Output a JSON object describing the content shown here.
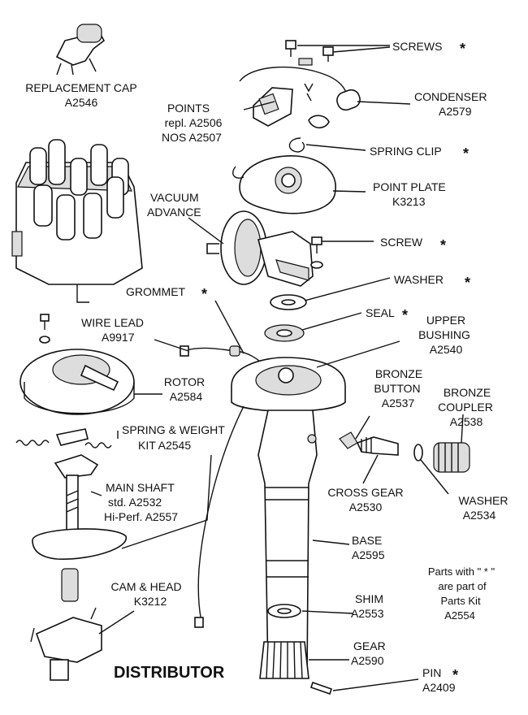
{
  "title": "DISTRIBUTOR",
  "labels": {
    "replacement_cap": {
      "name": "REPLACEMENT CAP",
      "part": "A2546"
    },
    "screws": {
      "name": "SCREWS",
      "star": "*"
    },
    "condenser": {
      "name": "CONDENSER",
      "part": "A2579"
    },
    "points": {
      "name": "POINTS",
      "line2": "repl. A2506",
      "line3": "NOS A2507"
    },
    "spring_clip": {
      "name": "SPRING CLIP",
      "star": "*"
    },
    "point_plate": {
      "name": "POINT PLATE",
      "part": "K3213"
    },
    "vacuum_advance": {
      "line1": "VACUUM",
      "line2": "ADVANCE"
    },
    "screw": {
      "name": "SCREW",
      "star": "*"
    },
    "washer_top": {
      "name": "WASHER",
      "star": "*"
    },
    "grommet": {
      "name": "GROMMET",
      "star": "*"
    },
    "seal": {
      "name": "SEAL",
      "star": "*"
    },
    "wire_lead": {
      "name": "WIRE LEAD",
      "part": "A9917"
    },
    "upper_bushing": {
      "line1": "UPPER",
      "line2": "BUSHING",
      "part": "A2540"
    },
    "rotor": {
      "name": "ROTOR",
      "part": "A2584"
    },
    "bronze_button": {
      "line1": "BRONZE",
      "line2": "BUTTON",
      "part": "A2537"
    },
    "bronze_coupler": {
      "line1": "BRONZE",
      "line2": "COUPLER",
      "part": "A2538"
    },
    "spring_weight": {
      "line1": "SPRING & WEIGHT",
      "line2": "KIT  A2545"
    },
    "main_shaft": {
      "line1": "MAIN SHAFT",
      "line2": "std.  A2532",
      "line3": "Hi-Perf. A2557"
    },
    "cross_gear": {
      "name": "CROSS GEAR",
      "part": "A2530"
    },
    "washer_low": {
      "name": "WASHER",
      "part": "A2534"
    },
    "base": {
      "name": "BASE",
      "part": "A2595"
    },
    "parts_kit_note": {
      "line1": "Parts with \" * \"",
      "line2": "are part of",
      "line3": "Parts Kit",
      "line4": "A2554"
    },
    "cam_head": {
      "name": "CAM & HEAD",
      "part": "K3212"
    },
    "shim": {
      "name": "SHIM",
      "part": "A2553"
    },
    "gear": {
      "name": "GEAR",
      "part": "A2590"
    },
    "pin": {
      "name": "PIN",
      "star": "*",
      "part": "A2409"
    }
  }
}
